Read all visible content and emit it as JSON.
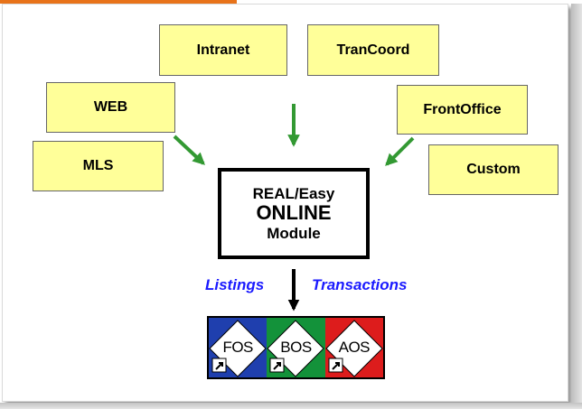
{
  "sources": {
    "intranet": "Intranet",
    "trancoord": "TranCoord",
    "web": "WEB",
    "frontoffice": "FrontOffice",
    "mls": "MLS",
    "custom": "Custom"
  },
  "center": {
    "line1": "REAL/Easy",
    "line2": "ONLINE",
    "line3": "Module"
  },
  "flows": {
    "left": "Listings",
    "right": "Transactions"
  },
  "systems": [
    {
      "label": "FOS",
      "color": "#1f3fae"
    },
    {
      "label": "BOS",
      "color": "#13923a"
    },
    {
      "label": "AOS",
      "color": "#dd1c1c"
    }
  ],
  "colors": {
    "box_fill": "#ffff99",
    "arrow_green": "#339933",
    "flow_text": "#1a1aff"
  }
}
